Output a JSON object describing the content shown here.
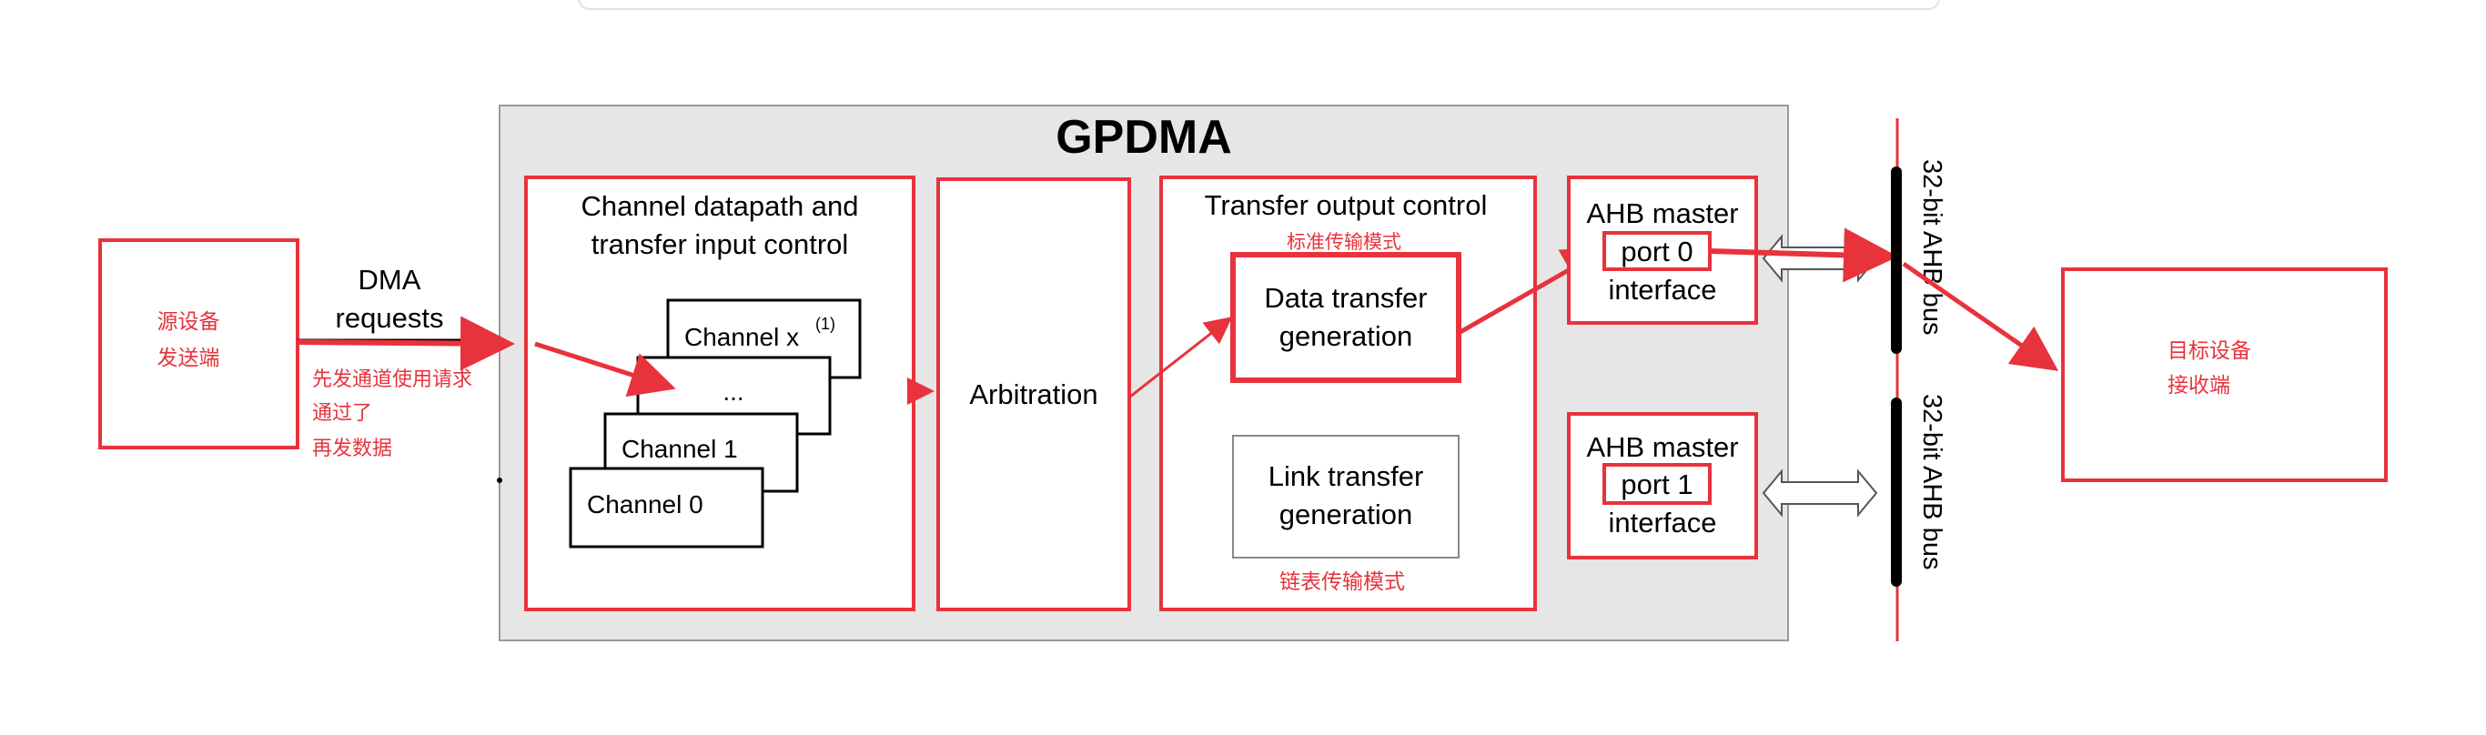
{
  "title": "GPDMA",
  "source_device": {
    "line1": "源设备",
    "line2": "发送端"
  },
  "dma_requests": {
    "line1": "DMA",
    "line2": "requests"
  },
  "request_note": {
    "line1": "先发通道使用请求",
    "line2": "通过了",
    "line3": "再发数据"
  },
  "channel_block": {
    "title_line1": "Channel datapath and",
    "title_line2": "transfer input control",
    "channel_x": "Channel x",
    "channel_x_sup": "(1)",
    "ellipsis": "...",
    "channel_1": "Channel 1",
    "channel_0": "Channel 0"
  },
  "arbitration": "Arbitration",
  "transfer_output": {
    "title": "Transfer output control",
    "standard_mode": "标准传输模式",
    "data_transfer_line1": "Data transfer",
    "data_transfer_line2": "generation",
    "link_transfer_line1": "Link transfer",
    "link_transfer_line2": "generation",
    "linked_list_mode": "链表传输模式"
  },
  "ahb_master_0": {
    "line1": "AHB master",
    "port": "port 0",
    "line3": "interface"
  },
  "ahb_master_1": {
    "line1": "AHB master",
    "port": "port 1",
    "line3": "interface"
  },
  "bus_label_0": "32-bit AHB bus",
  "bus_label_1": "32-bit AHB bus",
  "target_device": {
    "line1": "目标设备",
    "line2": "接收端"
  },
  "colors": {
    "annotation_red": "#e8323c",
    "panel_gray": "#e6e6e6",
    "black": "#000000"
  }
}
